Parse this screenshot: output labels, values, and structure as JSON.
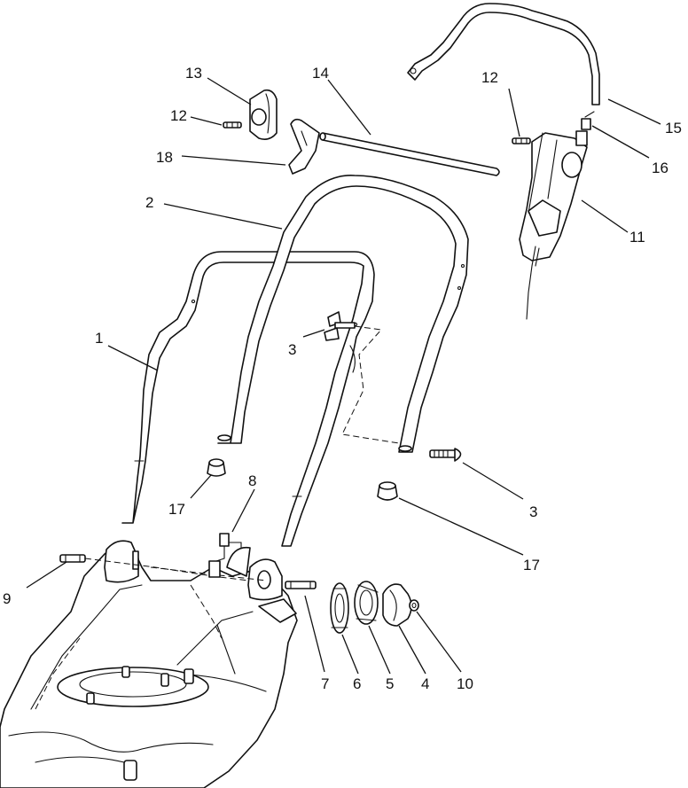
{
  "callouts": [
    {
      "id": "c1",
      "label": "1"
    },
    {
      "id": "c2",
      "label": "2"
    },
    {
      "id": "c3a",
      "label": "3"
    },
    {
      "id": "c3b",
      "label": "3"
    },
    {
      "id": "c4",
      "label": "4"
    },
    {
      "id": "c5",
      "label": "5"
    },
    {
      "id": "c6",
      "label": "6"
    },
    {
      "id": "c7",
      "label": "7"
    },
    {
      "id": "c8",
      "label": "8"
    },
    {
      "id": "c9",
      "label": "9"
    },
    {
      "id": "c10",
      "label": "10"
    },
    {
      "id": "c11",
      "label": "11"
    },
    {
      "id": "c12a",
      "label": "12"
    },
    {
      "id": "c12b",
      "label": "12"
    },
    {
      "id": "c13",
      "label": "13"
    },
    {
      "id": "c14",
      "label": "14"
    },
    {
      "id": "c15",
      "label": "15"
    },
    {
      "id": "c16",
      "label": "16"
    },
    {
      "id": "c17a",
      "label": "17"
    },
    {
      "id": "c17b",
      "label": "17"
    },
    {
      "id": "c18",
      "label": "18"
    }
  ],
  "colors": {
    "line": "#111111",
    "background": "#ffffff"
  }
}
